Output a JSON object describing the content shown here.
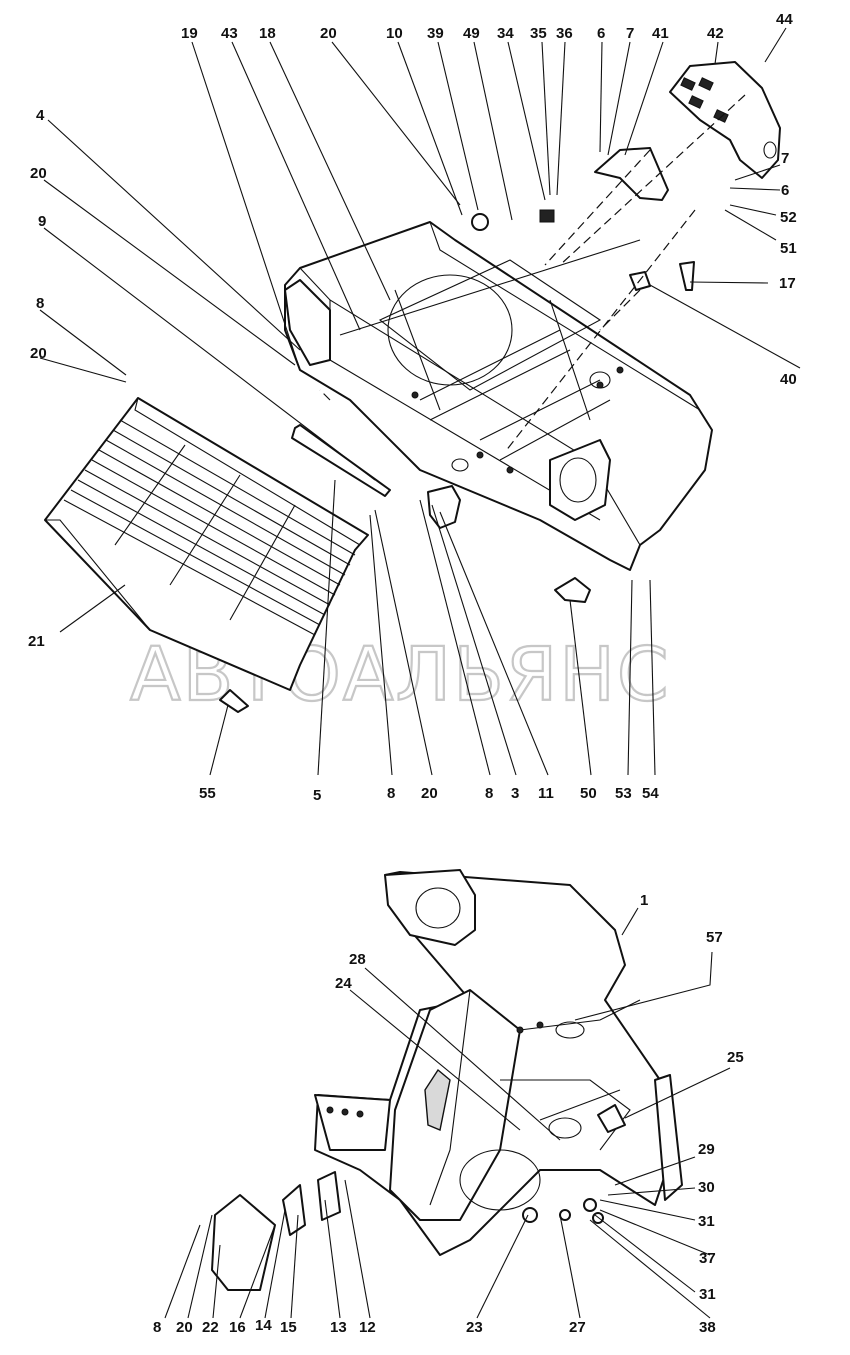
{
  "watermark": "АВТОАЛЬЯНС",
  "top_view": {
    "callouts": [
      "19",
      "43",
      "18",
      "20",
      "10",
      "39",
      "49",
      "34",
      "35",
      "36",
      "6",
      "7",
      "41",
      "42",
      "44",
      "4",
      "20",
      "9",
      "7",
      "6",
      "52",
      "51",
      "17",
      "40",
      "8",
      "20",
      "21",
      "55",
      "5",
      "8",
      "20",
      "8",
      "3",
      "11",
      "50",
      "53",
      "54"
    ]
  },
  "bottom_view": {
    "callouts": [
      "1",
      "57",
      "28",
      "24",
      "25",
      "29",
      "30",
      "31",
      "37",
      "31",
      "38",
      "8",
      "20",
      "22",
      "16",
      "14",
      "15",
      "13",
      "12",
      "23",
      "27"
    ]
  }
}
